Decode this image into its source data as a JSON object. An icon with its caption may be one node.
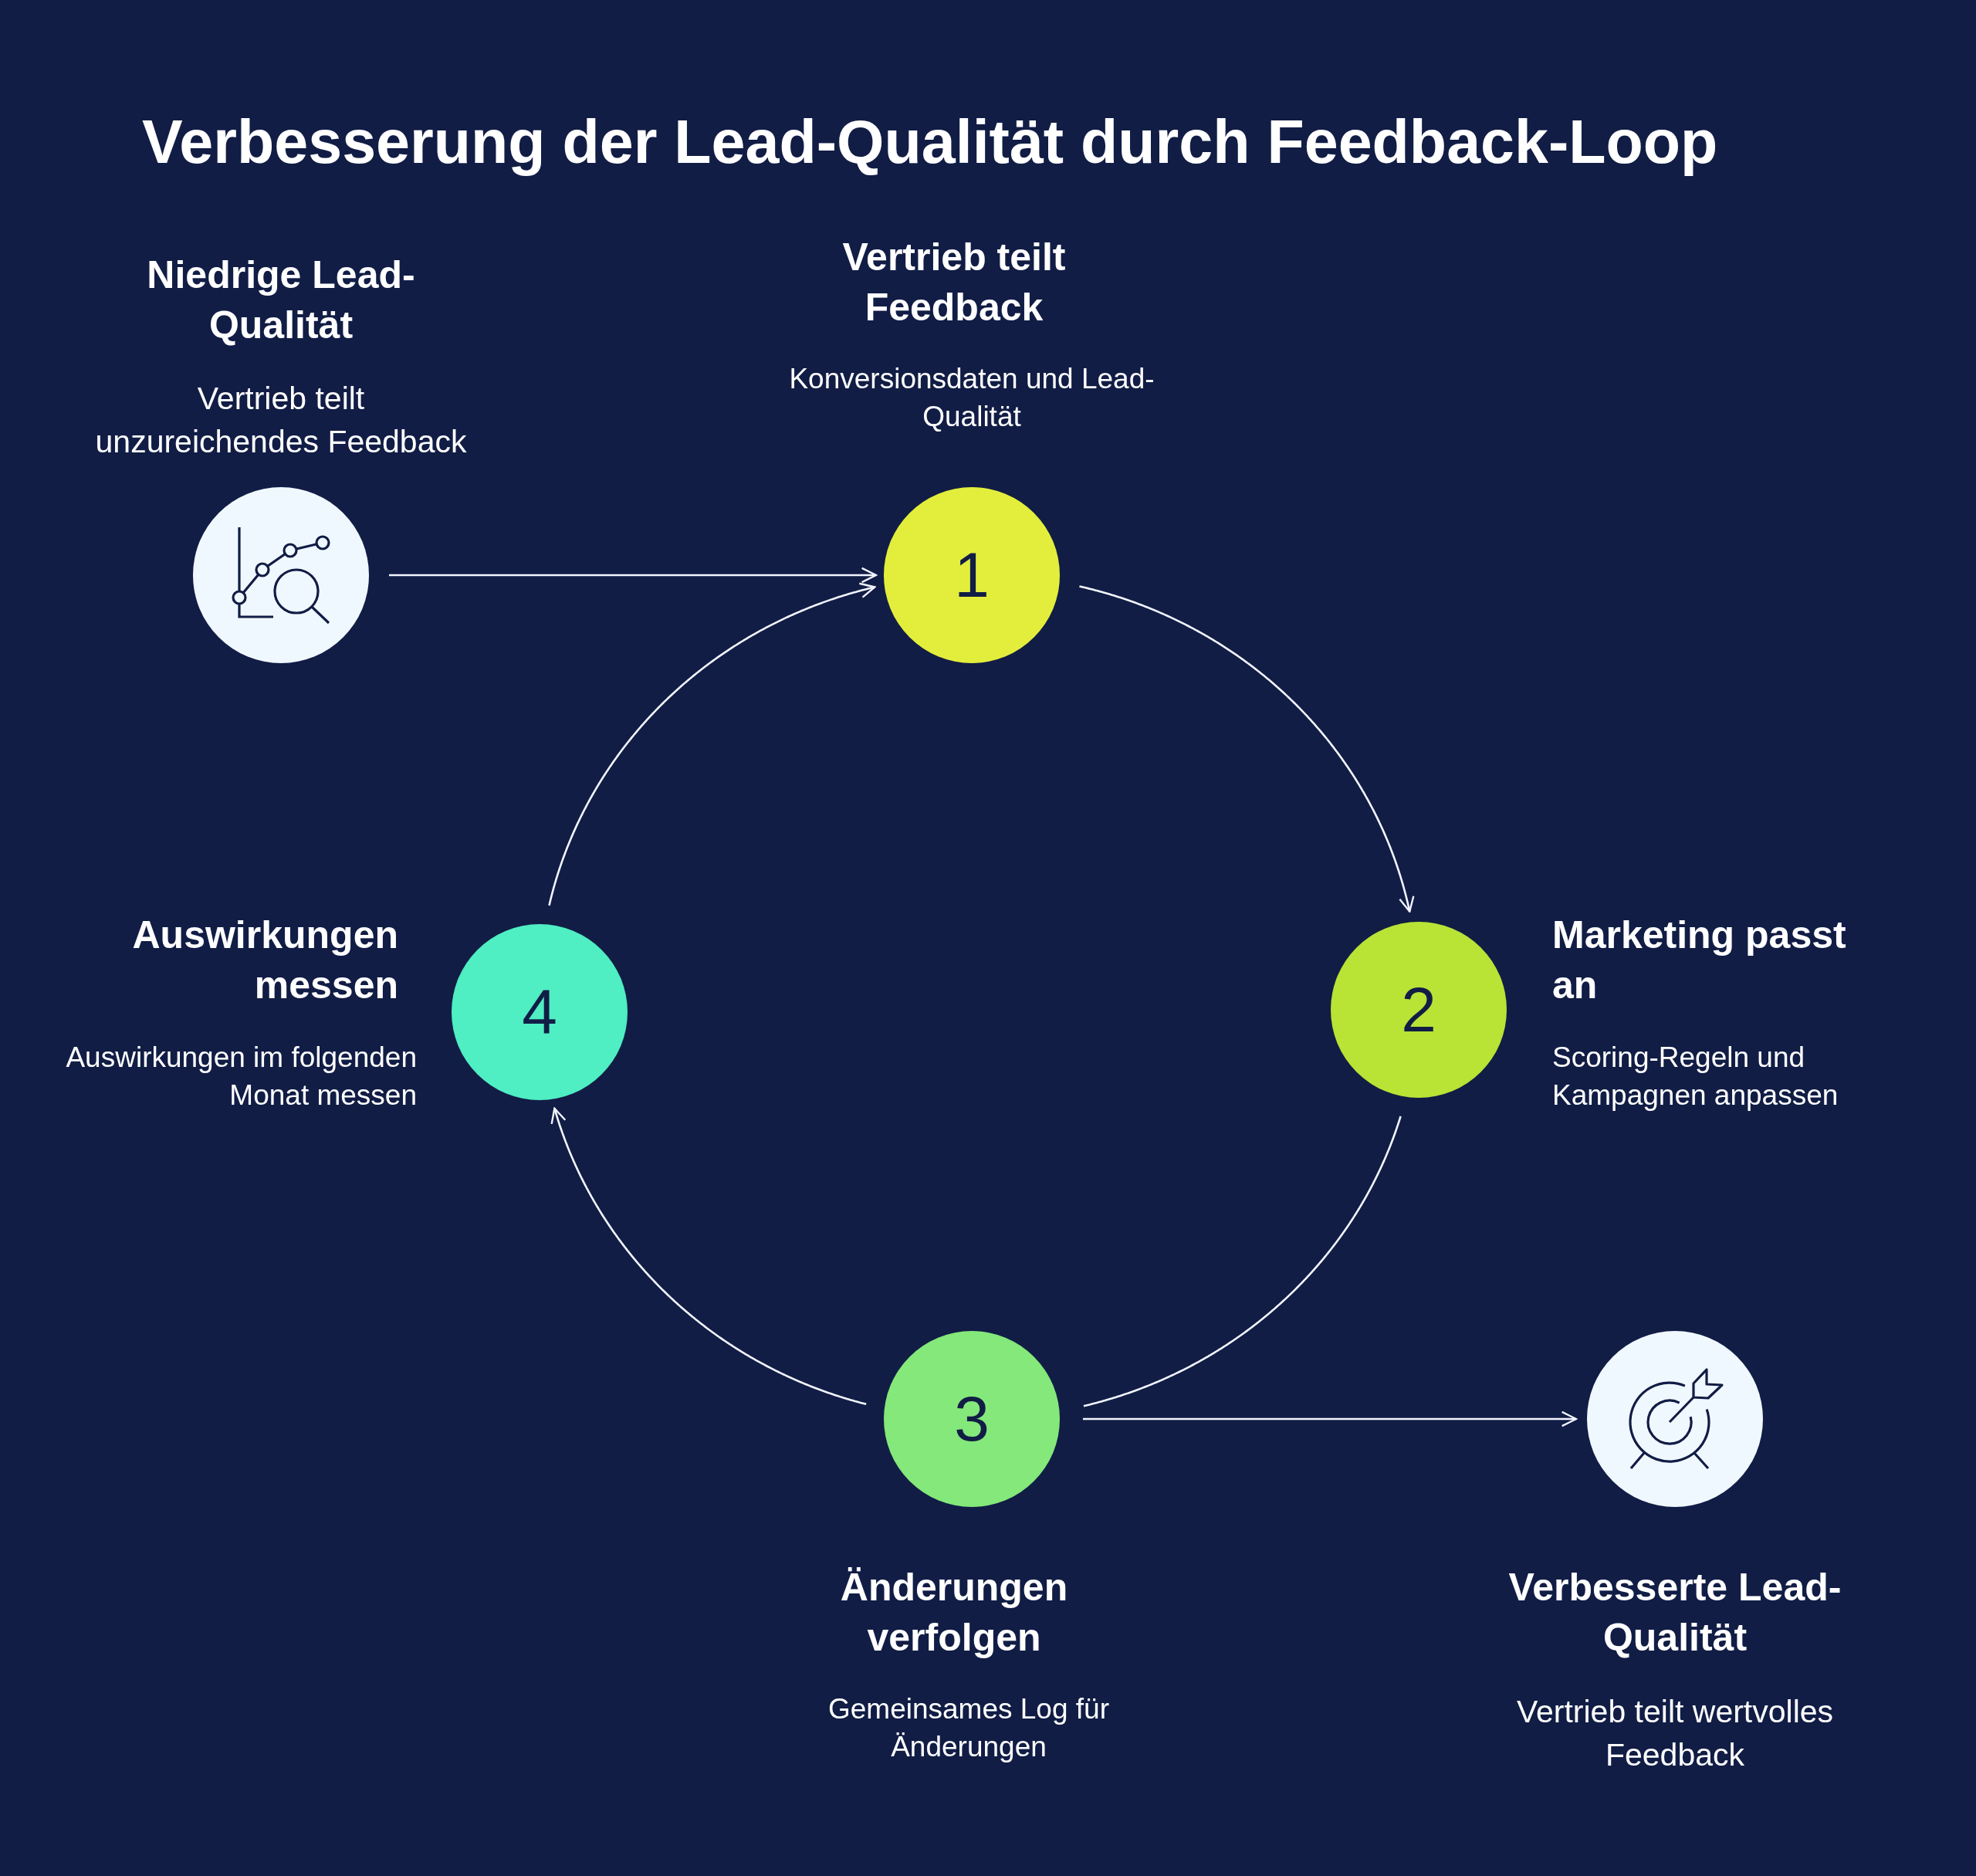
{
  "diagram": {
    "title": "Verbesserung der Lead-Qualität durch Feedback-Loop",
    "nodes": [
      {
        "text": [],
        "shape": "circle",
        "beside": [
          "Niedrige Lead-Qualität",
          "Vertrieb teilt unzureichendes Feedback"
        ]
      },
      {
        "text": [
          "1"
        ],
        "beside": [
          "Vertrieb teilt Feedback",
          "Konversionsdaten und Lead-Qualität"
        ]
      },
      {
        "text": [
          "2"
        ],
        "beside": [
          "Marketing passt an",
          "Scoring-Regeln und Kampagnen anpassen"
        ]
      },
      {
        "text": [
          "3"
        ],
        "beside": [
          "Änderungen verfolgen",
          "Gemeinsames Log für Änderungen"
        ]
      },
      {
        "text": [
          "4"
        ],
        "beside": [
          "Auswirkungen messen",
          "Auswirkungen im folgenden Monat messen"
        ]
      },
      {
        "text": [],
        "shape": "circle",
        "beside": [
          "Verbesserte Lead-Qualität",
          "Vertrieb teilt wertvolles Feedback"
        ]
      }
    ],
    "edges": [
      {
        "from": 0,
        "to": 1,
        "arrow": "to"
      },
      {
        "from": 1,
        "to": 2,
        "arrow": "to"
      },
      {
        "from": 2,
        "to": 3,
        "arrow": "none"
      },
      {
        "from": 3,
        "to": 4,
        "arrow": "to"
      },
      {
        "from": 4,
        "to": 1,
        "arrow": "to"
      },
      {
        "from": 3,
        "to": 5,
        "arrow": "to"
      }
    ]
  }
}
